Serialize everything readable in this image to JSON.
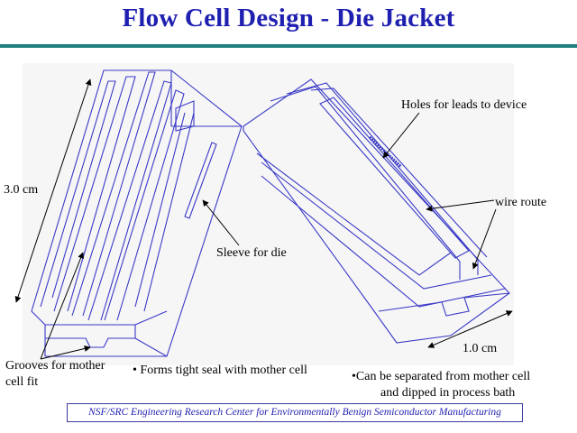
{
  "title": "Flow Cell Design - Die Jacket",
  "colors": {
    "title": "#1f1fb0",
    "rule": "#1f7f7f",
    "drawing": "#3a3ac8",
    "background": "#ffffff"
  },
  "labels": {
    "height_dim": "3.0 cm",
    "holes": "Holes for leads to device",
    "wire_route": "wire route",
    "sleeve": "Sleeve for die",
    "width_dim": "1.0 cm",
    "grooves_line1": "Grooves for mother",
    "grooves_line2": "cell fit"
  },
  "bullets": {
    "seal": "• Forms tight seal with mother cell",
    "separate_line1": "•Can be separated from mother cell",
    "separate_line2": "and dipped in process bath"
  },
  "footer": "NSF/SRC Engineering Research Center for Environmentally Benign Semiconductor Manufacturing"
}
